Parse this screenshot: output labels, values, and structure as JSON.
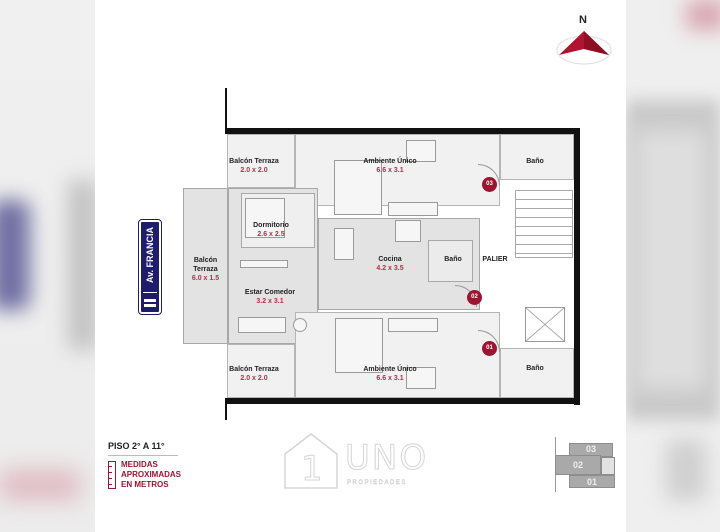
{
  "north_arrow": {
    "letter": "N",
    "color": "#b0142e"
  },
  "street": {
    "name": "Av. FRANCIA",
    "sign_color": "#1f1c6b"
  },
  "rooms": [
    {
      "id": "balcon-terraza-top",
      "name": "Balcón Terraza",
      "dims": "2.0 x 2.0"
    },
    {
      "id": "ambiente-unico-top",
      "name": "Ambiente Único",
      "dims": "6.6 x 3.1"
    },
    {
      "id": "bano-top-right",
      "name": "Baño",
      "dims": ""
    },
    {
      "id": "dormitorio",
      "name": "Dormitorio",
      "dims": "2.6 x 2.5"
    },
    {
      "id": "balcon-terraza-left",
      "name": "Balcón Terraza",
      "dims": "6.0 x 1.5"
    },
    {
      "id": "cocina",
      "name": "Cocina",
      "dims": "4.2 x 3.5"
    },
    {
      "id": "bano-center",
      "name": "Baño",
      "dims": ""
    },
    {
      "id": "palier",
      "name": "PALIER",
      "dims": ""
    },
    {
      "id": "estar-comedor",
      "name": "Estar Comedor",
      "dims": "3.2 x 3.1"
    },
    {
      "id": "balcon-terraza-bottom",
      "name": "Balcón Terraza",
      "dims": "2.0 x 2.0"
    },
    {
      "id": "ambiente-unico-bottom",
      "name": "Ambiente Único",
      "dims": "6.6 x 3.1"
    },
    {
      "id": "bano-bottom-right",
      "name": "Baño",
      "dims": ""
    }
  ],
  "unit_badges": [
    "03",
    "02",
    "01"
  ],
  "legend": {
    "floor_title": "PISO 2° A 11°",
    "measure_note": [
      "MEDIDAS",
      "APROXIMADAS",
      "EN METROS"
    ]
  },
  "logo": {
    "brand": "UNO",
    "digit": "1",
    "subtitle": "PROPIEDADES"
  },
  "keyplan": {
    "units": [
      "03",
      "02",
      "01"
    ]
  },
  "colors": {
    "accent": "#9c1530",
    "dims": "#b0304a",
    "room_fill": "#e3e3e3",
    "wall": "#111111"
  }
}
